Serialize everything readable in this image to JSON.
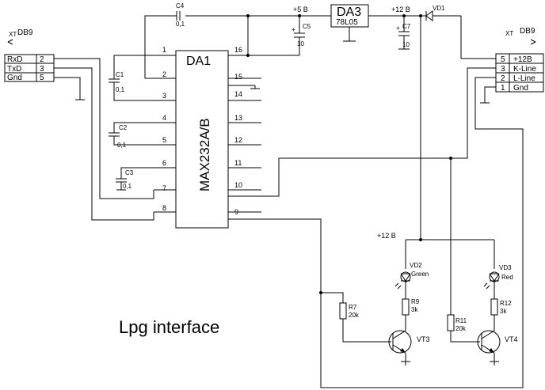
{
  "chip": {
    "ref": "DA1",
    "part": "MAX232A/B",
    "left_pins": [
      "1",
      "2",
      "3",
      "4",
      "5",
      "6",
      "7",
      "8"
    ],
    "right_pins": [
      "16",
      "15",
      "14",
      "13",
      "12",
      "11",
      "10",
      "9"
    ]
  },
  "regulator": {
    "ref": "DA3",
    "part": "78L05"
  },
  "connector_left": {
    "tag": "XT",
    "name": "DB9",
    "rows": [
      {
        "label": "RxD",
        "pin": "2"
      },
      {
        "label": "TxD",
        "pin": "3"
      },
      {
        "label": "Gnd",
        "pin": "5"
      }
    ]
  },
  "connector_right": {
    "tag": "XT",
    "name": "DB9",
    "rows": [
      {
        "pin": "5",
        "label": "+12B"
      },
      {
        "pin": "3",
        "label": "K-Line"
      },
      {
        "pin": "2",
        "label": "L-Line"
      },
      {
        "pin": "1",
        "label": "Gnd"
      }
    ]
  },
  "components": {
    "c1": {
      "ref": "C1",
      "value": "0,1"
    },
    "c2": {
      "ref": "C2",
      "value": "0,1"
    },
    "c3": {
      "ref": "C3",
      "value": "0,1"
    },
    "c4": {
      "ref": "C4",
      "value": "0,1"
    },
    "c5": {
      "ref": "C5",
      "value": "10",
      "polarity": "+"
    },
    "c7": {
      "ref": "C7",
      "value": "10",
      "polarity": "+"
    },
    "vd1": {
      "ref": "VD1"
    },
    "vd2": {
      "ref": "VD2",
      "color": "Green"
    },
    "vd3": {
      "ref": "VD3",
      "color": "Red"
    },
    "r7": {
      "ref": "R7",
      "value": "20k"
    },
    "r9": {
      "ref": "R9",
      "value": "3k"
    },
    "r11": {
      "ref": "R11",
      "value": "20k"
    },
    "r12": {
      "ref": "R12",
      "value": "3k"
    },
    "vt3": {
      "ref": "VT3"
    },
    "vt4": {
      "ref": "VT4"
    }
  },
  "nets": {
    "v5": "+5 B",
    "v12_top": "+12 B",
    "v12_mid": "+12 B"
  },
  "title": "Lpg interface"
}
